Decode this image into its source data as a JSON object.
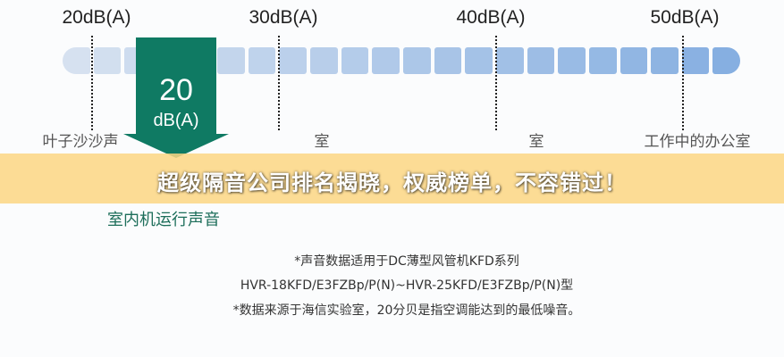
{
  "scale": {
    "ticks": [
      "20dB(A)",
      "30dB(A)",
      "40dB(A)",
      "50dB(A)"
    ],
    "segments": 22
  },
  "marker": {
    "value": "20",
    "unit": "dB(A)",
    "color": "#0f7a63"
  },
  "labels": [
    "叶子沙沙声",
    "室",
    "室",
    "工作中的办公室"
  ],
  "banner": {
    "text": "超级隔音公司排名揭晓，权威榜单，不容错过！",
    "color": "#fcd682"
  },
  "indoor_label": "室内机运行声音",
  "notes": [
    "*声音数据适用于DC薄型风管机KFD系列",
    "HVR-18KFD/E3FZBp/P(N)~HVR-25KFD/E3FZBp/P(N)型",
    "*数据来源于海信实验室，20分贝是指空调能达到的最低噪音。"
  ]
}
